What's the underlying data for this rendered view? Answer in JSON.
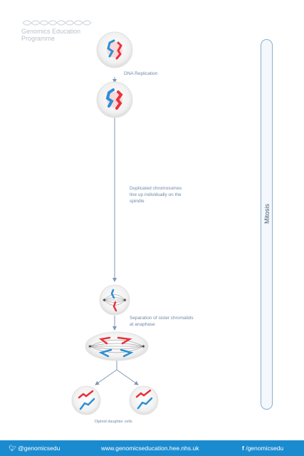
{
  "logo": {
    "line1": "Genomics Education",
    "line2": "Programme"
  },
  "steps": {
    "dna_replication": "DNA Replication",
    "line_up_1": "Duplicated chromosomes",
    "line_up_2": "line up individually on the",
    "line_up_3": "spindle",
    "separation_1": "Separation of sister chromatids",
    "separation_2": "at anaphase",
    "daughters": "Diploid daughter cells"
  },
  "phase_label": "Mitosis",
  "footer": {
    "twitter": "@genomicsedu",
    "website": "www.genomicseducation.hee.nhs.uk",
    "facebook": "/genomicsedu"
  },
  "colors": {
    "maternal": "#e8323c",
    "paternal": "#2d8fd5",
    "accent": "#1b8bd0",
    "arrow": "#7f97b4"
  }
}
